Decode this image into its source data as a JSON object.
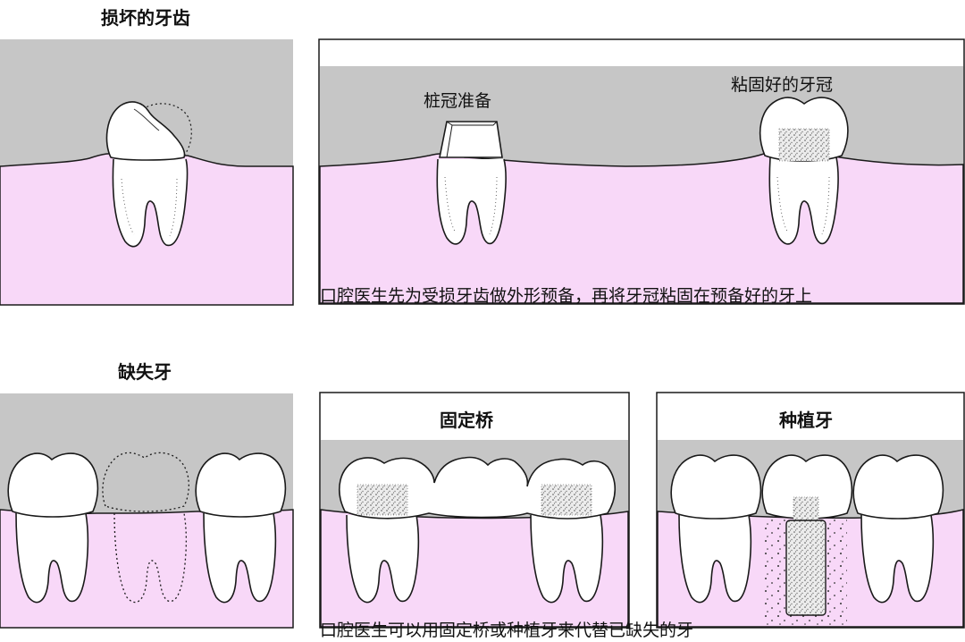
{
  "labels": {
    "damaged_tooth_title": "损坏的牙齿",
    "crown_prep": "桩冠准备",
    "cemented_crown": "粘固好的牙冠",
    "crown_caption": "口腔医生先为受损牙齿做外形预备，再将牙冠粘固在预备好的牙上",
    "missing_tooth_title": "缺失牙",
    "fixed_bridge": "固定桥",
    "implant": "种植牙",
    "missing_caption": "口腔医生可以用固定桥或种植牙来代替已缺失的牙"
  },
  "colors": {
    "gum": "#f8d8f8",
    "bone": "#c6c6c6",
    "outline": "#1a1a1a",
    "tooth": "#ffffff"
  }
}
